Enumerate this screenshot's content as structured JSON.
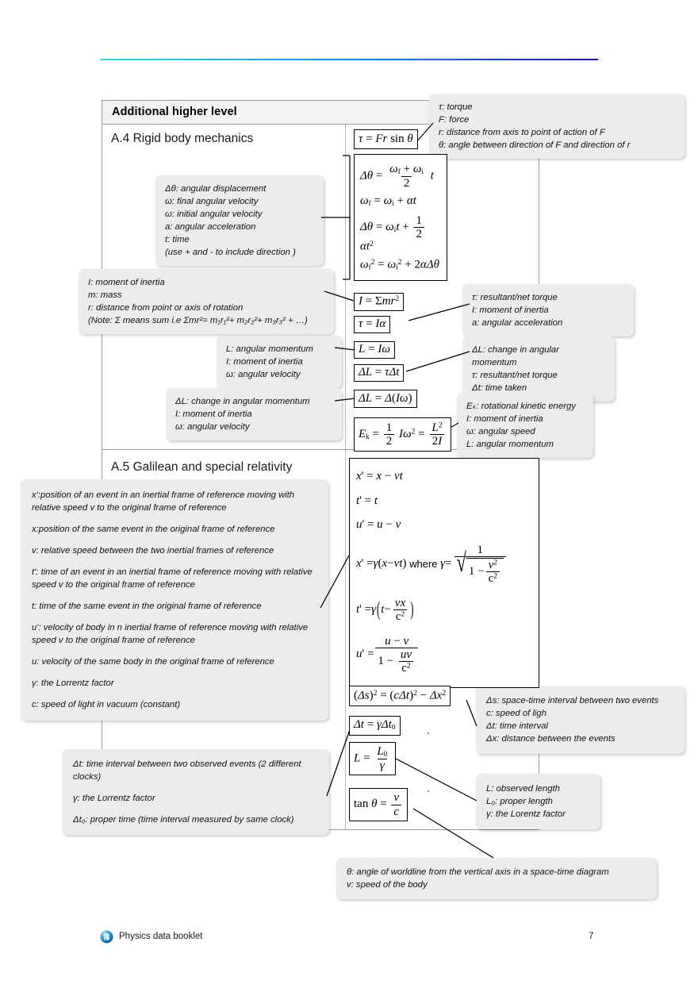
{
  "document": {
    "footer_title": "Physics data booklet",
    "page_number": "7",
    "logo_name": "ib-logo"
  },
  "table": {
    "header": "Additional higher level",
    "sections": [
      {
        "id": "a4",
        "title": "A.4 Rigid body mechanics"
      },
      {
        "id": "a5",
        "title": "A.5 Galilean and special relativity"
      }
    ]
  },
  "formulas": {
    "torque": "τ = Fr sin θ",
    "ang_disp_avg": "Δθ = ((ω_f + ω_i)/2) t",
    "omega_f": "ω_f = ω_i + αt",
    "ang_disp_quad": "Δθ = ω_i t + ½ α t²",
    "omega_sq": "ω_f² = ω_i² + 2αΔθ",
    "moment_inertia": "I = Σmr²",
    "torque_ialpha": "τ = Iα",
    "ang_momentum": "L = Iω",
    "delta_L_tau": "ΔL = τΔt",
    "delta_L_Iomega": "ΔL = Δ(Iω)",
    "rot_ke": "E_k = ½ I ω² = L² / 2I",
    "galilean_x": "x' = x − vt",
    "galilean_t": "t' = t",
    "galilean_u": "u' = u − v",
    "lorentz_x": "x' = γ(x − vt) where γ = 1/√(1 − v²/c²)",
    "lorentz_t": "t' = γ(t − vx/c²)",
    "velocity_addition": "u' = (u − v)/(1 − uv/c²)",
    "spacetime_interval": "(Δs)² = (cΔt)² − Δx²",
    "time_dilation": "Δt = γΔt₀",
    "length_contraction": "L = L₀/γ",
    "worldline_angle": "tan θ = v/c"
  },
  "notes": {
    "torque_def": [
      "τ: torque",
      "F: force",
      "r: distance from axis to point of action of F",
      "θ: angle between direction of F and direction of r"
    ],
    "rotational_kinematics": [
      "Δθ: angular displacement",
      "ω: final angular velocity",
      "ω: initial angular velocity",
      "a: angular acceleration",
      "t: time",
      "(use + and - to include direction )"
    ],
    "moment_inertia_def": [
      "I: moment of inertia",
      "m: mass",
      "r: distance from point or axis of rotation",
      "(Note: Σ means sum i.e Σmr²= m₁r₁²+ m₂r₂²+ m₃r₃² + …)"
    ],
    "torque_ialpha_def": [
      "τ: resultant/net torque",
      "I: moment of inertia",
      "a: angular acceleration"
    ],
    "ang_momentum_def": [
      "L: angular momentum",
      "I: moment of inertia",
      "ω: angular velocity"
    ],
    "delta_L_tau_def": [
      "ΔL: change in angular momentum",
      "τ: resultant/net torque",
      "Δt: time taken"
    ],
    "delta_L_Iomega_def": [
      "ΔL: change in angular momentum",
      "I: moment of inertia",
      "ω: angular velocity"
    ],
    "rot_ke_def": [
      "Eₖ: rotational kinetic energy",
      "I: moment of inertia",
      "ω: angular speed",
      "L: angular momentum"
    ],
    "relativity_symbols": [
      "x':position of an event in an inertial frame of reference moving with relative speed v to the original frame of reference",
      "x:position of the same event in the original frame of reference",
      "v: relative speed between the two inertial frames of reference",
      "t': time of an event in an inertial frame of reference moving with relative speed v to the original frame of reference",
      "t: time of the same event in the original frame of reference",
      "u': velocity of body in n inertial frame of reference moving with relative speed v to the original frame of reference",
      "u: velocity of the same body in the original frame of reference",
      "γ: the Lorrentz factor",
      "c: speed of light in vacuum (constant)"
    ],
    "spacetime_def": [
      "Δs: space-time interval between two events",
      "c: speed of ligh",
      "Δt: time interval",
      "Δx: distance between the events"
    ],
    "time_dilation_def": [
      "Δt: time interval between two observed events (2 different clocks)",
      "γ: the Lorrentz factor",
      "Δt₀: proper time (time interval measured by same clock)"
    ],
    "length_contraction_def": [
      "L: observed length",
      "L₀: proper length",
      "γ: the Lorentz factor"
    ],
    "worldline_def": [
      "θ: angle of worldline from the vertical axis in a space-time diagram",
      "v: speed of the body"
    ]
  },
  "colors": {
    "rule_start": "#23e5f5",
    "rule_end": "#1612c4",
    "note_bg": "#ececec",
    "table_border": "#9a9a9a"
  }
}
